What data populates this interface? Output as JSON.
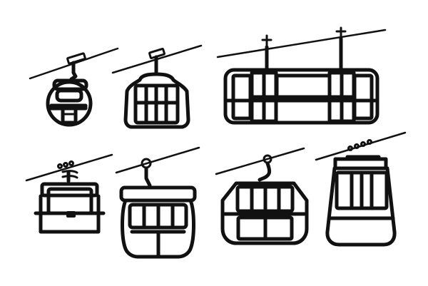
{
  "scene": {
    "background": "#ffffff",
    "ink": "#111111",
    "description_items": [
      "gondola-small-round",
      "gondola-rounded-cabin",
      "gondola-large-tram",
      "chairlift-cabin",
      "gondola-barrel-cabin",
      "gondola-hex-cabin",
      "gondola-tall-trapezoid-cabin"
    ]
  }
}
